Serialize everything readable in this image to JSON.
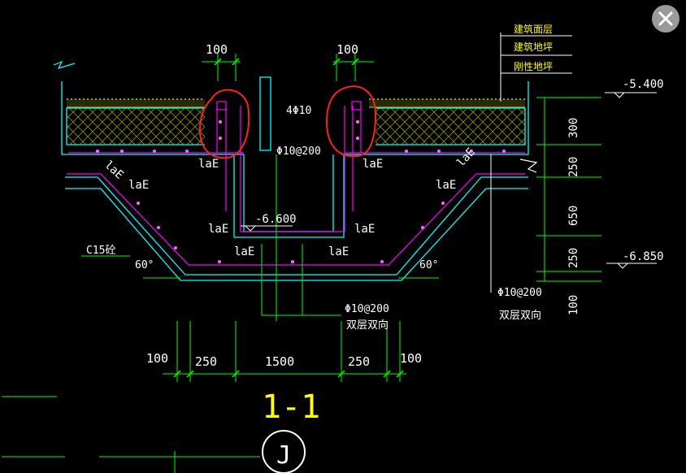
{
  "dims": {
    "top_left_100": "100",
    "top_right_100": "100",
    "bottom_100_left": "100",
    "bottom_250_left": "250",
    "bottom_1500": "1500",
    "bottom_250_right": "250",
    "bottom_100_right": "100",
    "v_300": "300",
    "v_250_a": "250",
    "v_650": "650",
    "v_250_b": "250",
    "v_100": "100"
  },
  "elevations": {
    "e1": "-5.400",
    "e2": "-6.600",
    "e3": "-6.850"
  },
  "legend": {
    "item1": "建筑面层",
    "item2": "建筑地坪",
    "item3": "刚性地坪"
  },
  "labels": {
    "lae": "laE",
    "c15": "C15砼",
    "angle": "60°",
    "rebar_4phi10": "4Φ10",
    "rebar_phi10_200": "Φ10@200",
    "rebar_phi10_200_bottom": "Φ10@200",
    "double_layer": "双层双向",
    "rebar_phi10_200_right": "Φ10@200",
    "double_layer_right": "双层双向"
  },
  "section": {
    "title": "1-1",
    "marker": "J"
  },
  "colors": {
    "dim": "#00ff00",
    "outline": "#00ffff",
    "rebar": "#ff00ff",
    "text": "#ffffff",
    "annotation": "#ff2020",
    "legend_text": "#ffff00",
    "title": "#ffff00"
  },
  "icons": {
    "close": "close-icon"
  }
}
